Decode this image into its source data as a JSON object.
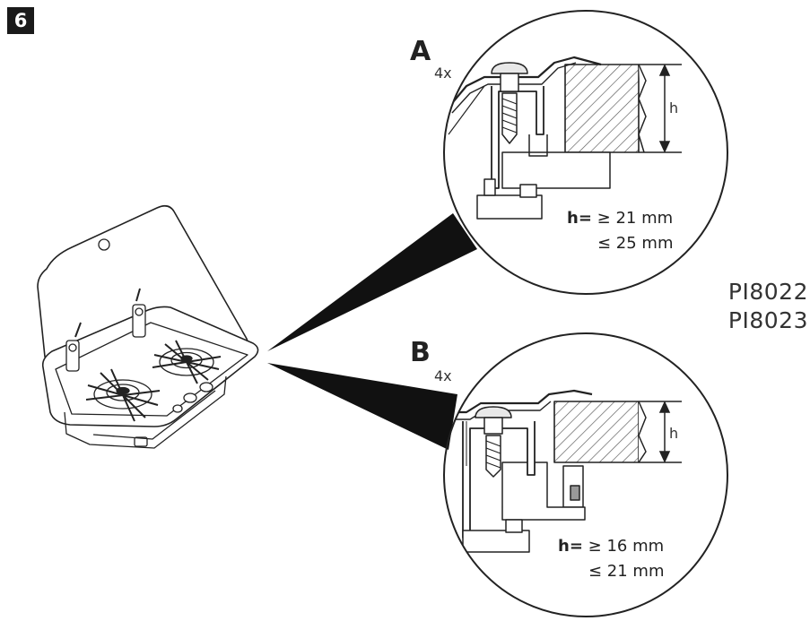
{
  "step_number": "6",
  "detail_a": {
    "letter": "A",
    "quantity": "4x",
    "dimension_label": "h",
    "spec_prefix": "h=",
    "spec_min": "≥ 21 mm",
    "spec_max": "≤ 25 mm"
  },
  "detail_b": {
    "letter": "B",
    "quantity": "4x",
    "dimension_label": "h",
    "spec_prefix": "h=",
    "spec_min": "≥ 16 mm",
    "spec_max": "≤ 21 mm"
  },
  "models": [
    "PI8022",
    "PI8023"
  ]
}
